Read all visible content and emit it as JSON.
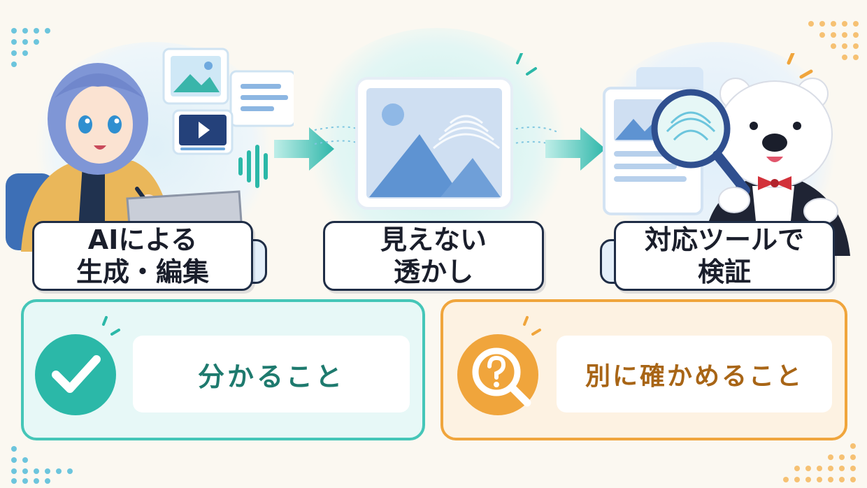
{
  "steps": [
    {
      "line1": "AIによる",
      "line2": "生成・編集"
    },
    {
      "line1": "見えない",
      "line2": "透かし"
    },
    {
      "line1": "対応ツールで",
      "line2": "検証"
    }
  ],
  "panels": {
    "known": {
      "label": "分かること"
    },
    "verify": {
      "label": "別に確かめること"
    }
  },
  "colors": {
    "teal": "#2bb8a8",
    "teal_text": "#1e7a6e",
    "orange": "#f0a53c",
    "orange_text": "#a86516",
    "navy": "#1f2d46"
  }
}
